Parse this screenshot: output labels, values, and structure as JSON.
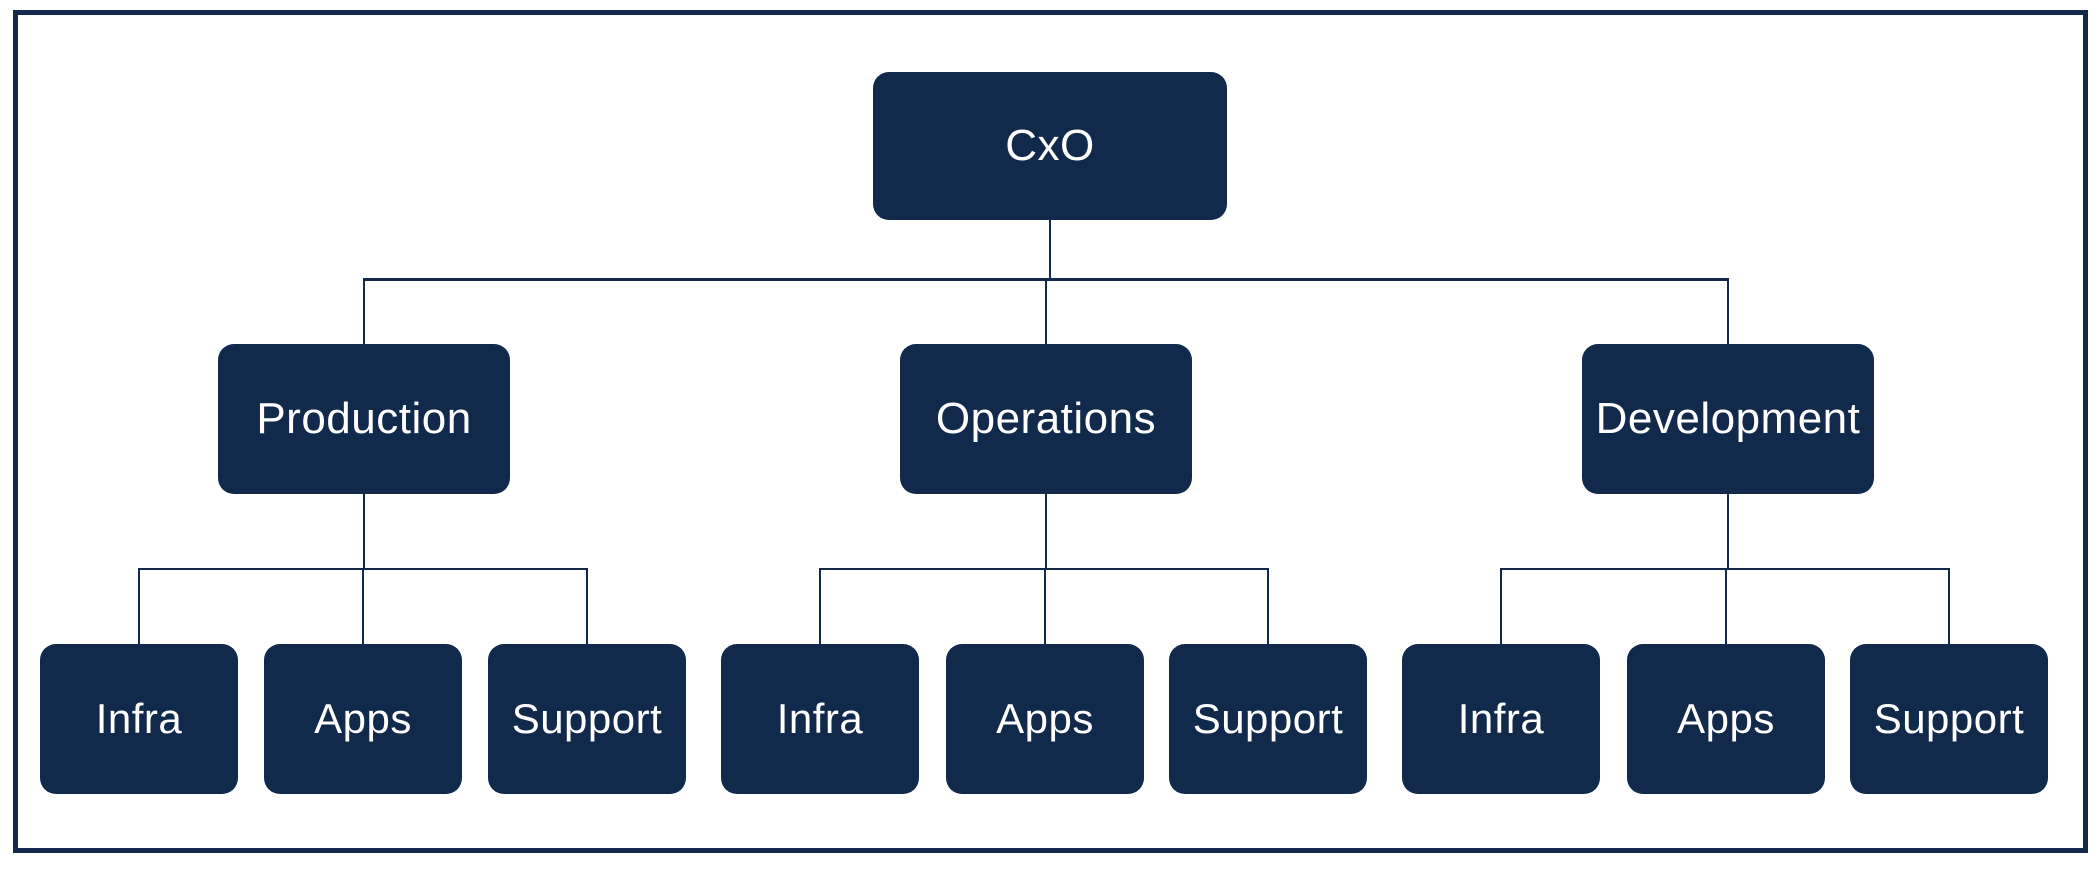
{
  "diagram": {
    "type": "org-chart",
    "colors": {
      "background": "#ffffff",
      "node_fill": "#112a4b",
      "node_text": "#ffffff",
      "connector": "#13294b",
      "frame_border": "#13294b"
    },
    "root": {
      "label": "CxO"
    },
    "groups": [
      {
        "label": "Production",
        "children": [
          {
            "label": "Infra"
          },
          {
            "label": "Apps"
          },
          {
            "label": "Support"
          }
        ]
      },
      {
        "label": "Operations",
        "children": [
          {
            "label": "Infra"
          },
          {
            "label": "Apps"
          },
          {
            "label": "Support"
          }
        ]
      },
      {
        "label": "Development",
        "children": [
          {
            "label": "Infra"
          },
          {
            "label": "Apps"
          },
          {
            "label": "Support"
          }
        ]
      }
    ]
  }
}
